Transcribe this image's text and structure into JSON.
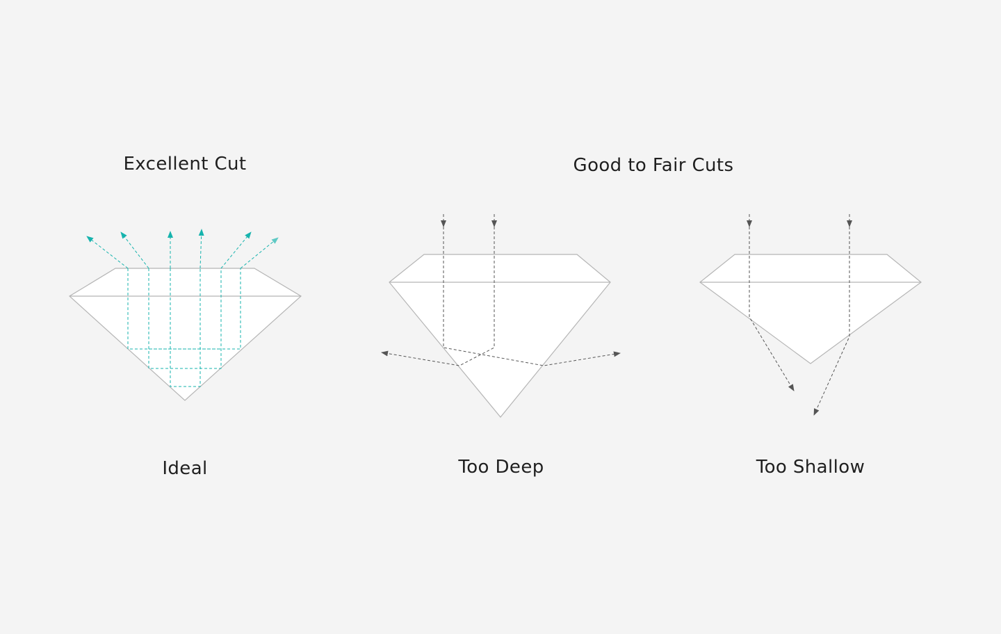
{
  "titles": {
    "excellent": "Excellent Cut",
    "good_to_fair": "Good to Fair Cuts"
  },
  "captions": {
    "ideal": "Ideal",
    "too_deep": "Too Deep",
    "too_shallow": "Too Shallow"
  },
  "colors": {
    "background": "#f4f4f4",
    "diamond_fill": "#ffffff",
    "diamond_outline": "#b5b5b5",
    "ideal_light_path": "#16b3ad",
    "poor_light_path": "#5a5a5a",
    "text": "#1f1f1f"
  }
}
